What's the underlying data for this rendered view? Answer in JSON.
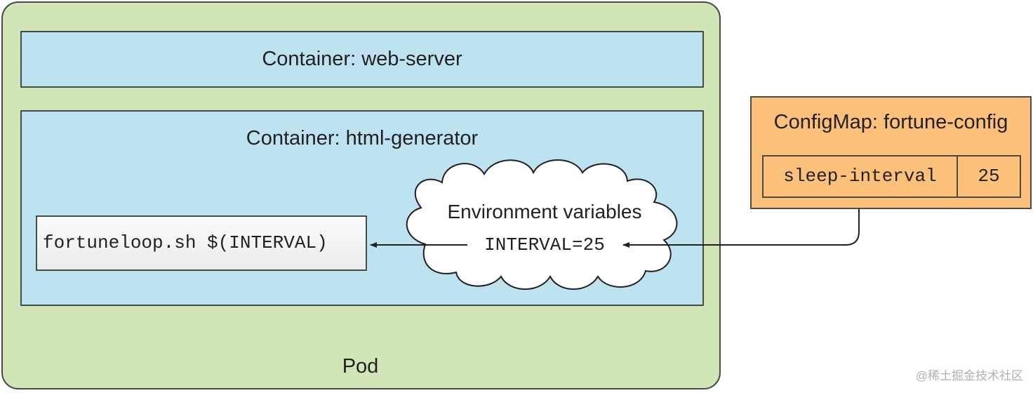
{
  "pod": {
    "label": "Pod",
    "color": "#d2e5b6"
  },
  "containers": {
    "web_server": {
      "title": "Container: web-server"
    },
    "html_generator": {
      "title": "Container: html-generator"
    },
    "color": "#bde3f1"
  },
  "script": {
    "command": "fortuneloop.sh $(INTERVAL)"
  },
  "environment": {
    "title": "Environment variables",
    "variable": "INTERVAL=25"
  },
  "configmap": {
    "title": "ConfigMap: fortune-config",
    "key": "sleep-interval",
    "value": "25",
    "color": "#fbc17b"
  },
  "watermark": "@稀土掘金技术社区"
}
